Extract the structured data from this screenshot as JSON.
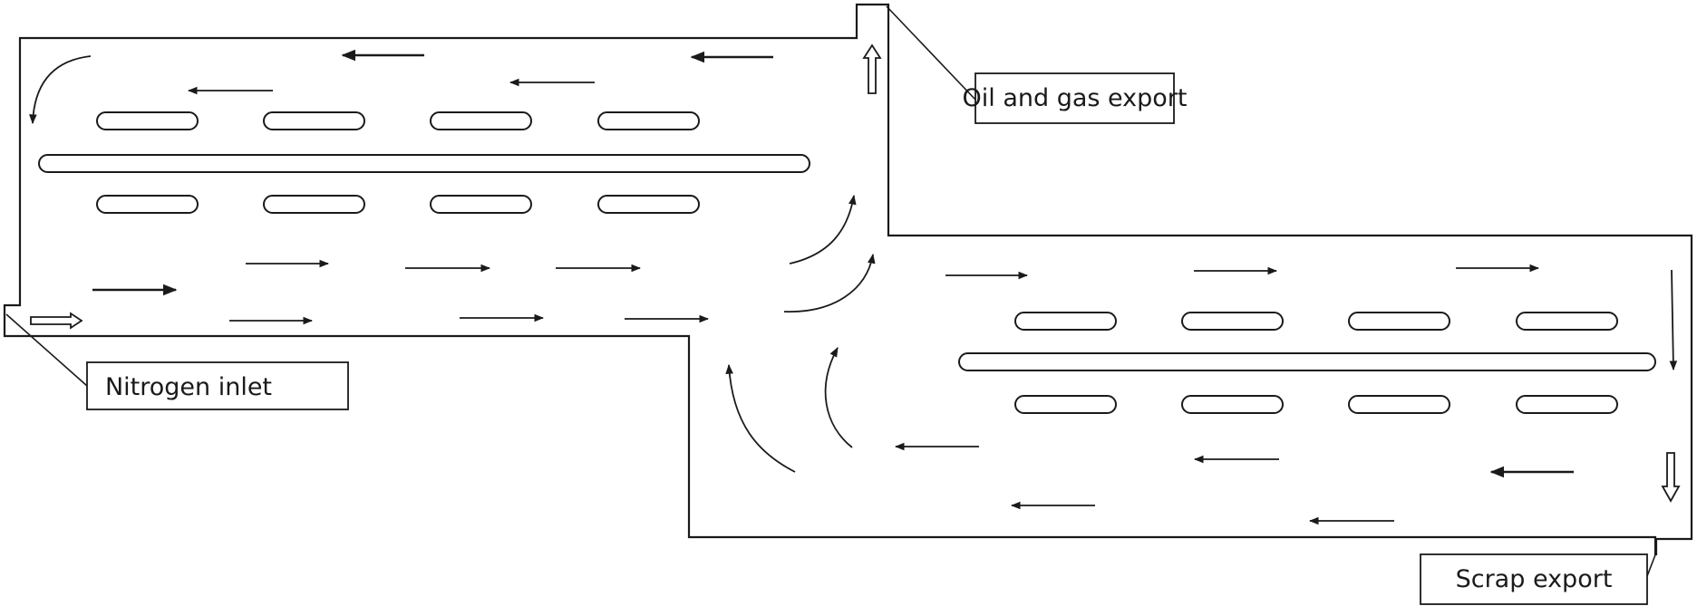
{
  "labels": {
    "oil_gas_export": "Oil and gas export",
    "nitrogen_inlet": "Nitrogen inlet",
    "scrap_export": "Scrap export"
  },
  "colors": {
    "line": "#1a1a1a",
    "background": "#ffffff"
  },
  "icons": {
    "flow_arrow": "arrow-icon",
    "inlet_outlet_arrow": "hollow-arrow-icon"
  }
}
